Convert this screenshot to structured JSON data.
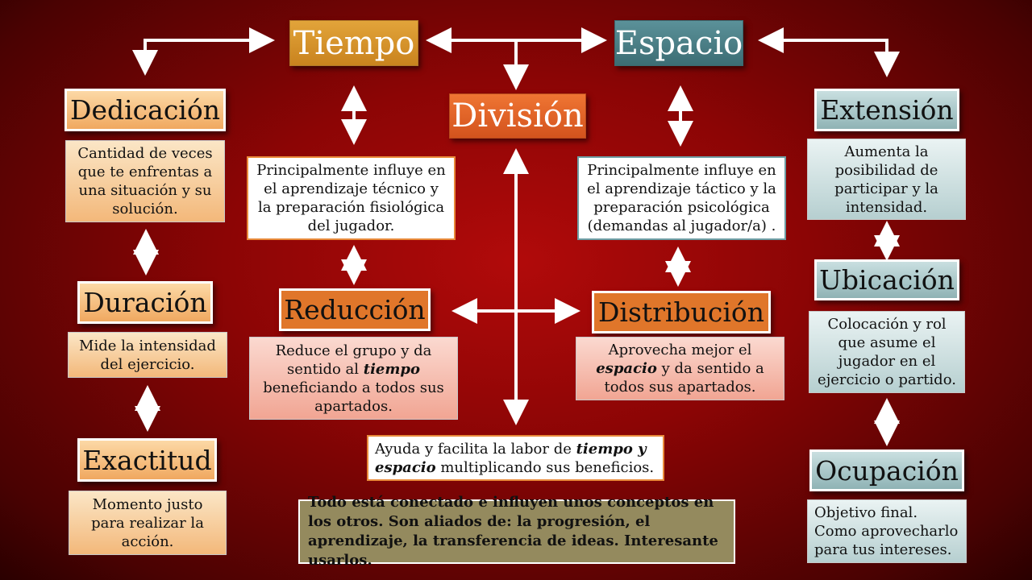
{
  "titles": {
    "tiempo": "Tiempo",
    "espacio": "Espacio",
    "division": "División",
    "dedicacion": "Dedicación",
    "duracion": "Duración",
    "exactitud": "Exactitud",
    "reduccion": "Reducción",
    "distribucion": "Distribución",
    "extension": "Extensión",
    "ubicacion": "Ubicación",
    "ocupacion": "Ocupación"
  },
  "descriptions": {
    "dedicacion": "Cantidad de veces que te enfrentas a una situación y su solución.",
    "duracion": "Mide la intensidad del ejercicio.",
    "exactitud": "Momento justo para realizar la acción.",
    "tiempo": "Principalmente influye en el aprendizaje técnico y la preparación fisiológica del jugador.",
    "espacio": "Principalmente influye en el aprendizaje táctico y la preparación psicológica (demandas al jugador/a) .",
    "reduccion_pre": "Reduce el grupo y da sentido al ",
    "reduccion_em": "tiempo",
    "reduccion_post": " beneficiando a todos sus apartados.",
    "distribucion_pre": "Aprovecha mejor el ",
    "distribucion_em": "espacio",
    "distribucion_post": "  y da sentido a todos sus apartados.",
    "division_pre": "Ayuda y facilita la labor de ",
    "division_em": "tiempo y espacio",
    "division_post": "  multiplicando sus beneficios.",
    "extension": "Aumenta la posibilidad de participar y la intensidad.",
    "ubicacion": "Colocación y rol que asume el jugador en el ejercicio o partido.",
    "ocupacion": "Objetivo final. Como aprovecharlo para tus intereses.",
    "summary": "Todo está conectado e influyen unos conceptos en los otros. Son aliados de: la progresión, el aprendizaje, la transferencia de ideas. Interesante usarlos."
  },
  "colors": {
    "background": "#8c0505",
    "tiempo": "#d9952b",
    "espacio": "#4a7f86",
    "division": "#e0622a",
    "summary": "#948a5e"
  }
}
